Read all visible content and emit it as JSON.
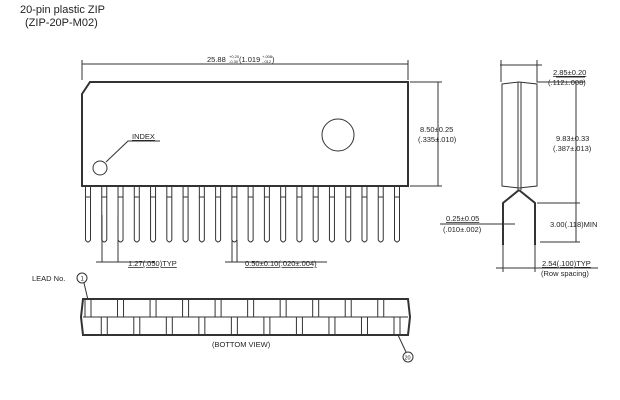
{
  "title": "20-pin plastic ZIP",
  "subtitle": "(ZIP-20P-M02)",
  "dims": {
    "length": "25.88",
    "length_tol": [
      "+0.20",
      "-0.30"
    ],
    "length_in": "(1.019",
    "length_in_tol": [
      "+.008",
      "-.012"
    ],
    "length_in_close": ")",
    "height": "8.50±0.25",
    "height_in": "(.335±.010)",
    "thickness": "2.85±0.20",
    "thickness_in": "(.112±.008)",
    "total_height": "9.83±0.33",
    "total_height_in": "(.387±.013)",
    "lead_thick": "0.25±0.05",
    "lead_thick_in": "(.010±.002)",
    "lead_len": "3.00(.118)MIN",
    "row_spacing": "2.54(.100)TYP",
    "row_spacing_note": "(Row spacing)",
    "pitch": "1.27(.050)TYP",
    "lead_width": "0.50±0.10(.020±.004)"
  },
  "labels": {
    "index": "INDEX",
    "lead_no": "LEAD No.",
    "lead_first": "1",
    "lead_last": "20",
    "bottom_view": "(BOTTOM VIEW)"
  },
  "lead_count": 20
}
